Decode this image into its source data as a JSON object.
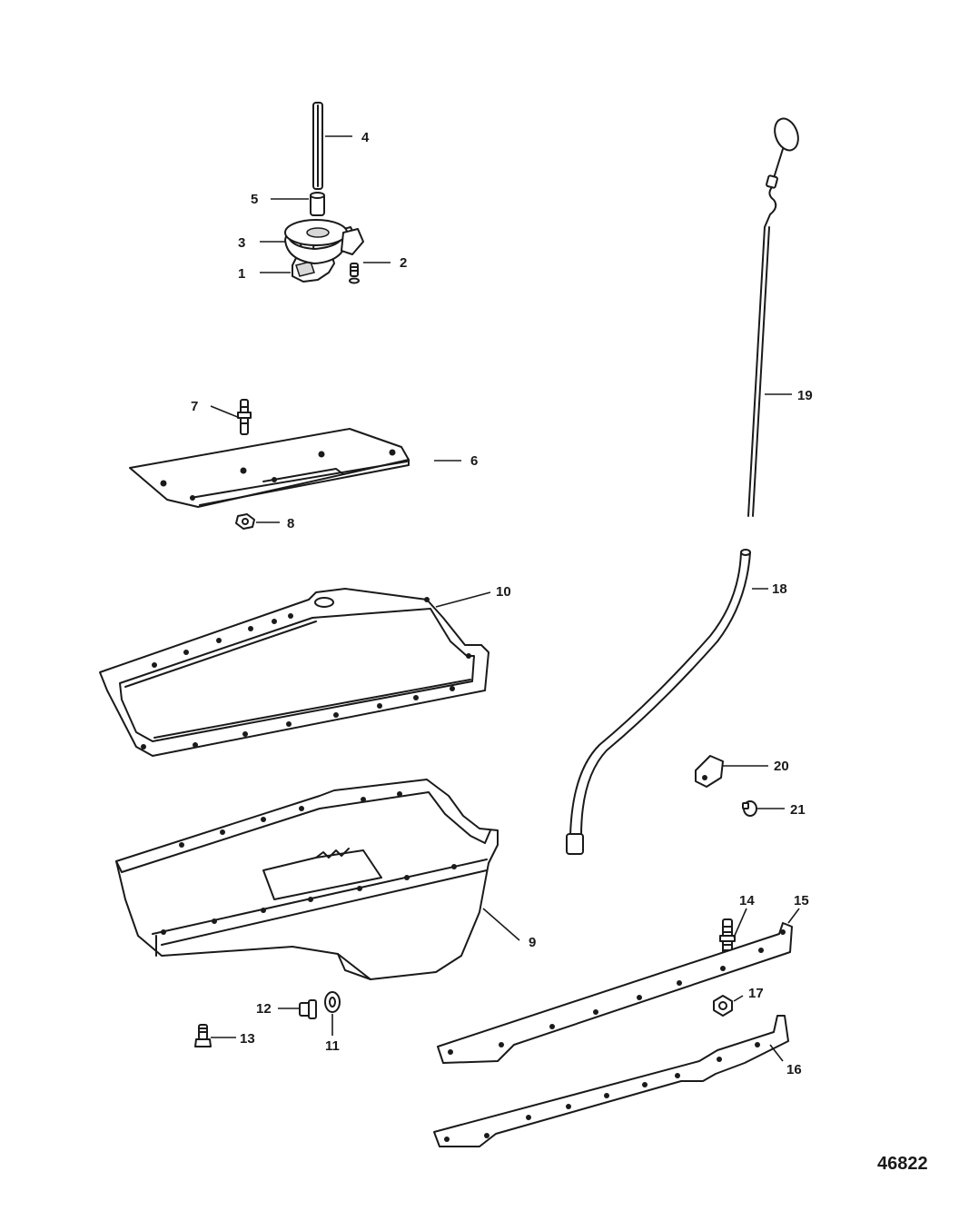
{
  "callouts": [
    {
      "n": "1"
    },
    {
      "n": "2"
    },
    {
      "n": "3"
    },
    {
      "n": "4"
    },
    {
      "n": "5"
    },
    {
      "n": "6"
    },
    {
      "n": "7"
    },
    {
      "n": "8"
    },
    {
      "n": "9"
    },
    {
      "n": "10"
    },
    {
      "n": "11"
    },
    {
      "n": "12"
    },
    {
      "n": "13"
    },
    {
      "n": "14"
    },
    {
      "n": "15"
    },
    {
      "n": "16"
    },
    {
      "n": "17"
    },
    {
      "n": "18"
    },
    {
      "n": "19"
    },
    {
      "n": "20"
    },
    {
      "n": "21"
    }
  ],
  "reference_number": "46822"
}
